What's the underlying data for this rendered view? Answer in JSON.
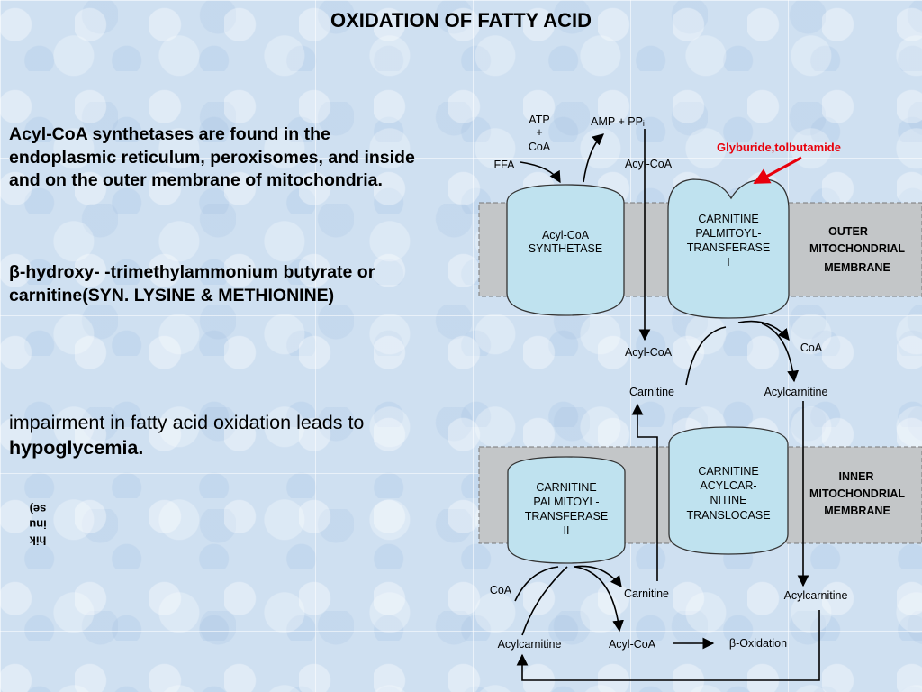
{
  "title": "OXIDATION OF FATTY ACID",
  "left_panel": {
    "paragraph1": "Acyl-CoA synthetases are found in the endoplasmic reticulum, peroxisomes, and inside and on the outer membrane of mitochondria.",
    "paragraph2": " β-hydroxy- -trimethylammonium butyrate or carnitine(SYN. LYSINE & METHIONINE)",
    "paragraph3_prefix": "impairment in fatty acid oxidation leads to ",
    "paragraph3_bold": "hypoglycemia.",
    "vertical_label": "hikinuse)"
  },
  "diagram": {
    "inhibitor_label": "Glyburide,tolbutamide",
    "top": {
      "atp": "ATP",
      "plus": "+",
      "coa": "CoA",
      "amp_ppi": "AMP + PPᵢ",
      "ffa": "FFA",
      "acyl_coa": "Acyl-CoA"
    },
    "outer_membrane": {
      "label_line1": "OUTER",
      "label_line2": "MITOCHONDRIAL",
      "label_line3": "MEMBRANE",
      "synthetase_line1": "Acyl-CoA",
      "synthetase_line2": "SYNTHETASE",
      "cpt1_line1": "CARNITINE",
      "cpt1_line2": "PALMITOYL-",
      "cpt1_line3": "TRANSFERASE",
      "cpt1_line4": "I"
    },
    "intermembrane": {
      "acyl_coa": "Acyl-CoA",
      "coa": "CoA",
      "carnitine": "Carnitine",
      "acylcarnitine": "Acylcarnitine"
    },
    "inner_membrane": {
      "label_line1": "INNER",
      "label_line2": "MITOCHONDRIAL",
      "label_line3": "MEMBRANE",
      "cpt2_line1": "CARNITINE",
      "cpt2_line2": "PALMITOYL-",
      "cpt2_line3": "TRANSFERASE",
      "cpt2_line4": "II",
      "translocase_line1": "CARNITINE",
      "translocase_line2": "ACYLCAR-",
      "translocase_line3": "NITINE",
      "translocase_line4": "TRANSLOCASE"
    },
    "matrix": {
      "coa": "CoA",
      "carnitine": "Carnitine",
      "acylcarnitine_right": "Acylcarnitine",
      "acylcarnitine_left": "Acylcarnitine",
      "acyl_coa": "Acyl-CoA",
      "beta_oxidation": "β-Oxidation"
    },
    "colors": {
      "membrane_fill": "#c3c6c8",
      "protein_fill": "#bfe2ef",
      "inhibitor_red": "#e8000b"
    }
  }
}
